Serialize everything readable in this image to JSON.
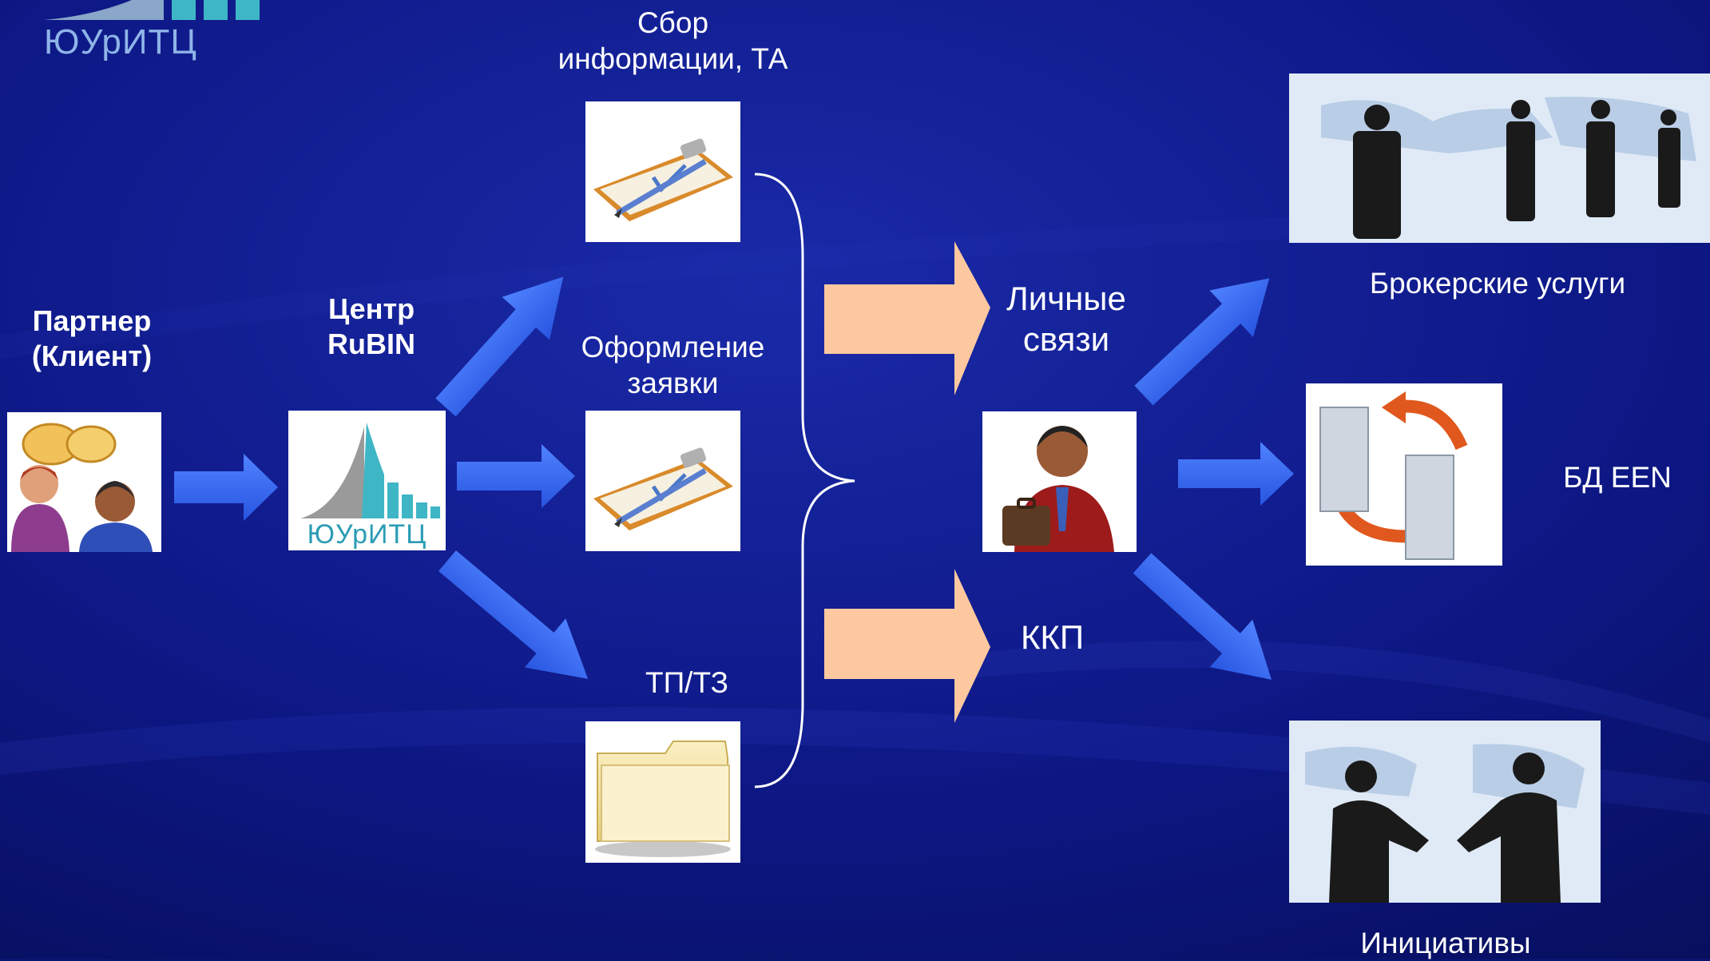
{
  "logo": {
    "text": "ЮУрИТЦ"
  },
  "partner": {
    "line1": "Партнер",
    "line2": "(Клиент)",
    "icon": "people-talking-icon"
  },
  "center": {
    "line1": "Центр",
    "line2": "RuBIN",
    "logo_text": "ЮУрИТЦ"
  },
  "steps": {
    "collect": {
      "line1": "Сбор",
      "line2": "информации, ТА",
      "icon": "clipboard-icon"
    },
    "application": {
      "line1": "Оформление",
      "line2": "заявки",
      "icon": "clipboard-icon"
    },
    "tp_tz": {
      "label": "ТП/ТЗ",
      "icon": "folder-icon"
    }
  },
  "channels": {
    "personal": {
      "line1": "Личные",
      "line2": "связи"
    },
    "kkp": {
      "label": "ККП"
    },
    "manager_icon": "businessman-briefcase-icon"
  },
  "outcomes": {
    "broker": {
      "label": "Брокерские услуги",
      "icon": "business-people-icon"
    },
    "db": {
      "label": "БД EEN",
      "icon": "servers-sync-icon"
    },
    "initiatives": {
      "label": "Инициативы",
      "icon": "handshake-icon"
    }
  },
  "colors": {
    "background": "#0a1470",
    "blue_arrow": "#3a6cf4",
    "peach_arrow": "#fdc8a0",
    "text": "#ffffff",
    "logo_teal": "#3fb6c6"
  }
}
